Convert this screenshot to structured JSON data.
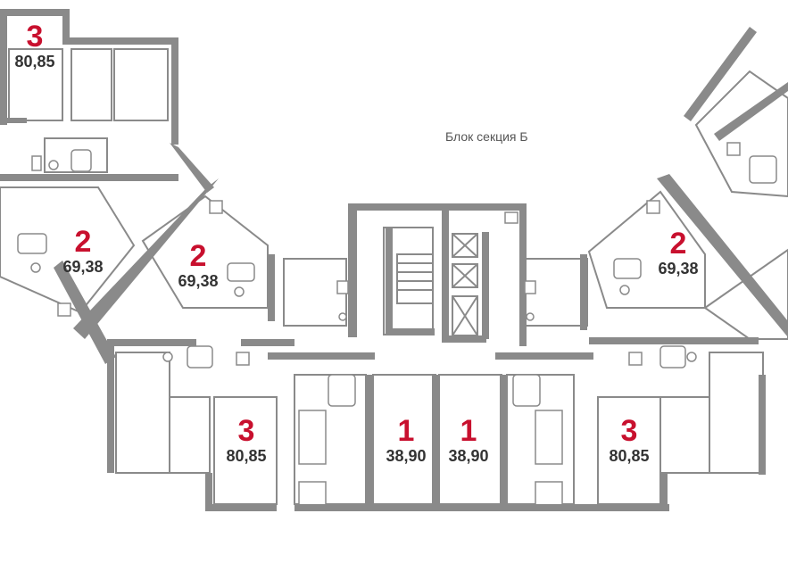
{
  "section_title": "Блок секция Б",
  "apartments": [
    {
      "id": "a1",
      "rooms": "3",
      "area": "80,85"
    },
    {
      "id": "a2",
      "rooms": "2",
      "area": "69,38"
    },
    {
      "id": "a3",
      "rooms": "2",
      "area": "69,38"
    },
    {
      "id": "a4",
      "rooms": "3",
      "area": "80,85"
    },
    {
      "id": "a5",
      "rooms": "1",
      "area": "38,90"
    },
    {
      "id": "a6",
      "rooms": "1",
      "area": "38,90"
    },
    {
      "id": "a7",
      "rooms": "3",
      "area": "80,85"
    },
    {
      "id": "a8",
      "rooms": "2",
      "area": "69,38"
    }
  ],
  "colors": {
    "rooms": "#c8102e",
    "area": "#333333",
    "walls": "#8a8a8a"
  }
}
